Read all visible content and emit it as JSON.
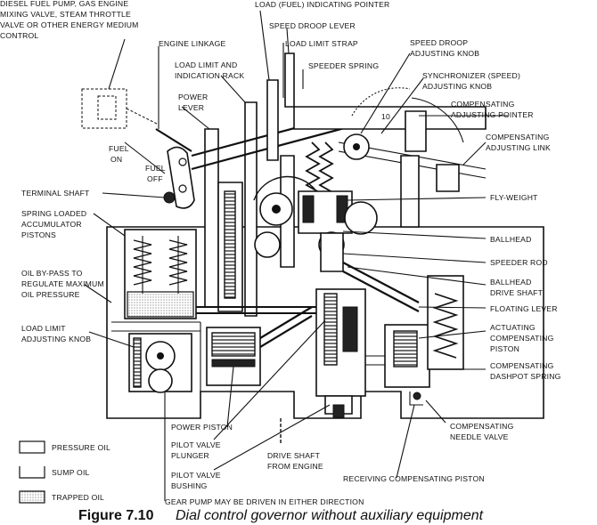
{
  "labels": {
    "fuel_pump": [
      "DIESEL FUEL PUMP, GAS ENGINE",
      "MIXING VALVE, STEAM THROTTLE",
      "VALVE OR OTHER ENERGY MEDIUM",
      "CONTROL"
    ],
    "engine_linkage": "ENGINE LINKAGE",
    "load_indicating_pointer": "LOAD (FUEL) INDICATING POINTER",
    "speed_droop_lever": "SPEED DROOP LEVER",
    "load_limit_strap": "LOAD LIMIT STRAP",
    "load_limit_rack": [
      "LOAD LIMIT AND",
      "INDICATION RACK"
    ],
    "speeder_spring": "SPEEDER SPRING",
    "speed_droop_knob": [
      "SPEED DROOP",
      "ADJUSTING KNOB"
    ],
    "synchronizer_knob": [
      "SYNCHRONIZER (SPEED)",
      "ADJUSTING KNOB"
    ],
    "power_lever": [
      "POWER",
      "LEVER"
    ],
    "compensating_pointer": [
      "COMPENSATING",
      "ADJUSTING POINTER"
    ],
    "compensating_link": [
      "COMPENSATING",
      "ADJUSTING LINK"
    ],
    "fuel_on": [
      "FUEL",
      "ON"
    ],
    "fuel_off": [
      "FUEL",
      "OFF"
    ],
    "terminal_shaft": "TERMINAL SHAFT",
    "fly_weight": "FLY-WEIGHT",
    "accumulator_pistons": [
      "SPRING LOADED",
      "ACCUMULATOR",
      "PISTONS"
    ],
    "ballhead": "BALLHEAD",
    "oil_bypass": [
      "OIL BY-PASS TO",
      "REGULATE MAXIMUM",
      "OIL PRESSURE"
    ],
    "speeder_rod": "SPEEDER ROD",
    "ballhead_drive_shaft": [
      "BALLHEAD",
      "DRIVE SHAFT"
    ],
    "floating_lever": "FLOATING LEVER",
    "load_limit_knob": [
      "LOAD LIMIT",
      "ADJUSTING KNOB"
    ],
    "actuating_piston": [
      "ACTUATING",
      "COMPENSATING",
      "PISTON"
    ],
    "dashpot_spring": [
      "COMPENSATING",
      "DASHPOT SPRING"
    ],
    "power_piston": "POWER PISTON",
    "compensating_needle_valve": [
      "COMPENSATING",
      "NEEDLE VALVE"
    ],
    "pilot_valve_plunger": [
      "PILOT VALVE",
      "PLUNGER"
    ],
    "drive_shaft_engine": [
      "DRIVE SHAFT",
      "FROM ENGINE"
    ],
    "receiving_piston": "RECEIVING COMPENSATING PISTON",
    "pilot_valve_bushing": [
      "PILOT VALVE",
      "BUSHING"
    ],
    "gear_pump": "GEAR PUMP MAY BE DRIVEN IN EITHER DIRECTION",
    "dial_ten": "10"
  },
  "legend": [
    {
      "label": "PRESSURE OIL"
    },
    {
      "label": "SUMP OIL"
    },
    {
      "label": "TRAPPED OIL"
    }
  ],
  "caption": {
    "figure": "Figure 7.10",
    "text": "Dial control governor without auxiliary equipment"
  }
}
